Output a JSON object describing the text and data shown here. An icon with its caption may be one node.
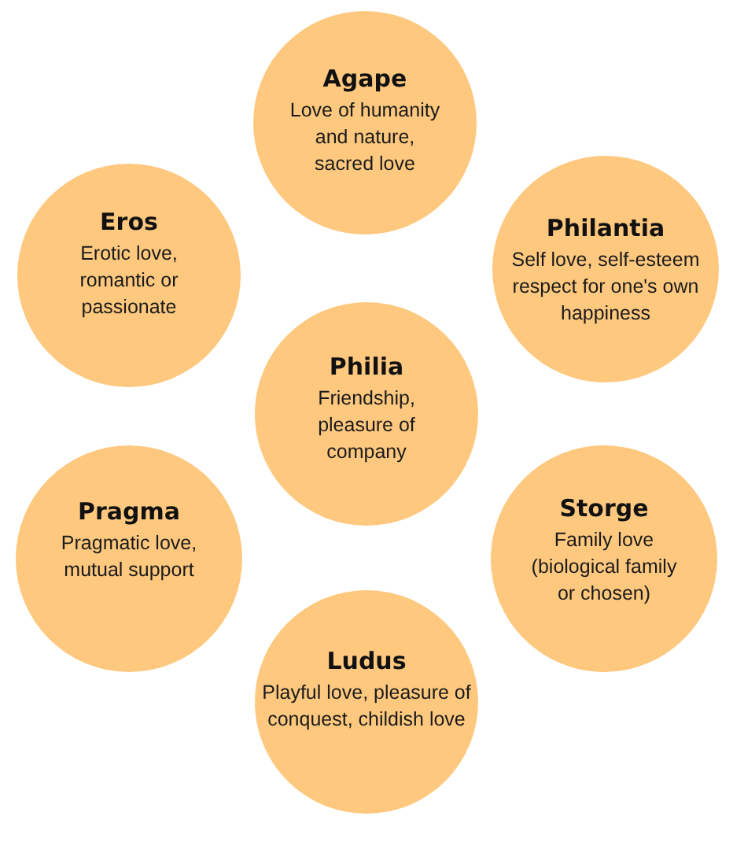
{
  "diagram": {
    "nodes": [
      {
        "text": [
          "Agape",
          "Love of humanity and nature, sacred love"
        ]
      },
      {
        "text": [
          "Eros",
          "Erotic love, romantic or passionate"
        ]
      },
      {
        "text": [
          "Philantia",
          "Self love, self-esteem respect for one's own happiness"
        ]
      },
      {
        "text": [
          "Philia",
          "Friendship, pleasure of company"
        ]
      },
      {
        "text": [
          "Pragma",
          "Pragmatic love, mutual support"
        ]
      },
      {
        "text": [
          "Storge",
          "Family love (biological family or chosen)"
        ]
      },
      {
        "text": [
          "Ludus",
          "Playful love, pleasure of conquest, childish love"
        ]
      }
    ],
    "edges": []
  }
}
